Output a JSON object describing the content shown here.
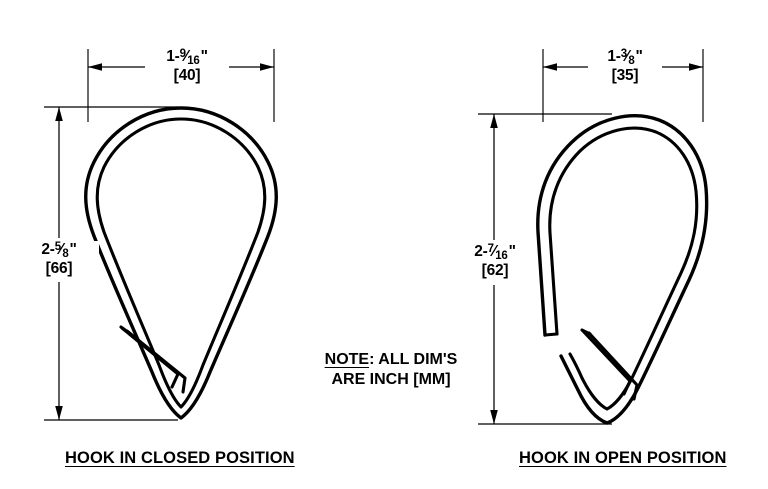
{
  "drawing": {
    "title": "Hook dimensional drawing",
    "line_color": "#000000",
    "background_color": "#ffffff",
    "note": {
      "label": "NOTE",
      "label_suffix": ": ALL DIM'S",
      "line2": "ARE INCH [MM]",
      "full_text": "NOTE: ALL DIM'S ARE INCH [MM]"
    },
    "views": [
      {
        "id": "closed",
        "caption": "HOOK IN CLOSED POSITION",
        "dimensions": {
          "width": {
            "inch_whole": "1-",
            "inch_num": "9",
            "inch_den": "16",
            "inch_display": "1-9/16\"",
            "mm_display": "[40]",
            "mm_value": 40
          },
          "height": {
            "inch_whole": "2-",
            "inch_num": "5",
            "inch_den": "8",
            "inch_display": "2-5/8\"",
            "mm_display": "[66]",
            "mm_value": 66
          }
        }
      },
      {
        "id": "open",
        "caption": "HOOK IN OPEN POSITION",
        "dimensions": {
          "width": {
            "inch_whole": "1-",
            "inch_num": "3",
            "inch_den": "8",
            "inch_display": "1-3/8\"",
            "mm_display": "[35]",
            "mm_value": 35
          },
          "height": {
            "inch_whole": "2-",
            "inch_num": "7",
            "inch_den": "16",
            "inch_display": "2-7/16\"",
            "mm_display": "[62]",
            "mm_value": 62
          }
        }
      }
    ]
  }
}
